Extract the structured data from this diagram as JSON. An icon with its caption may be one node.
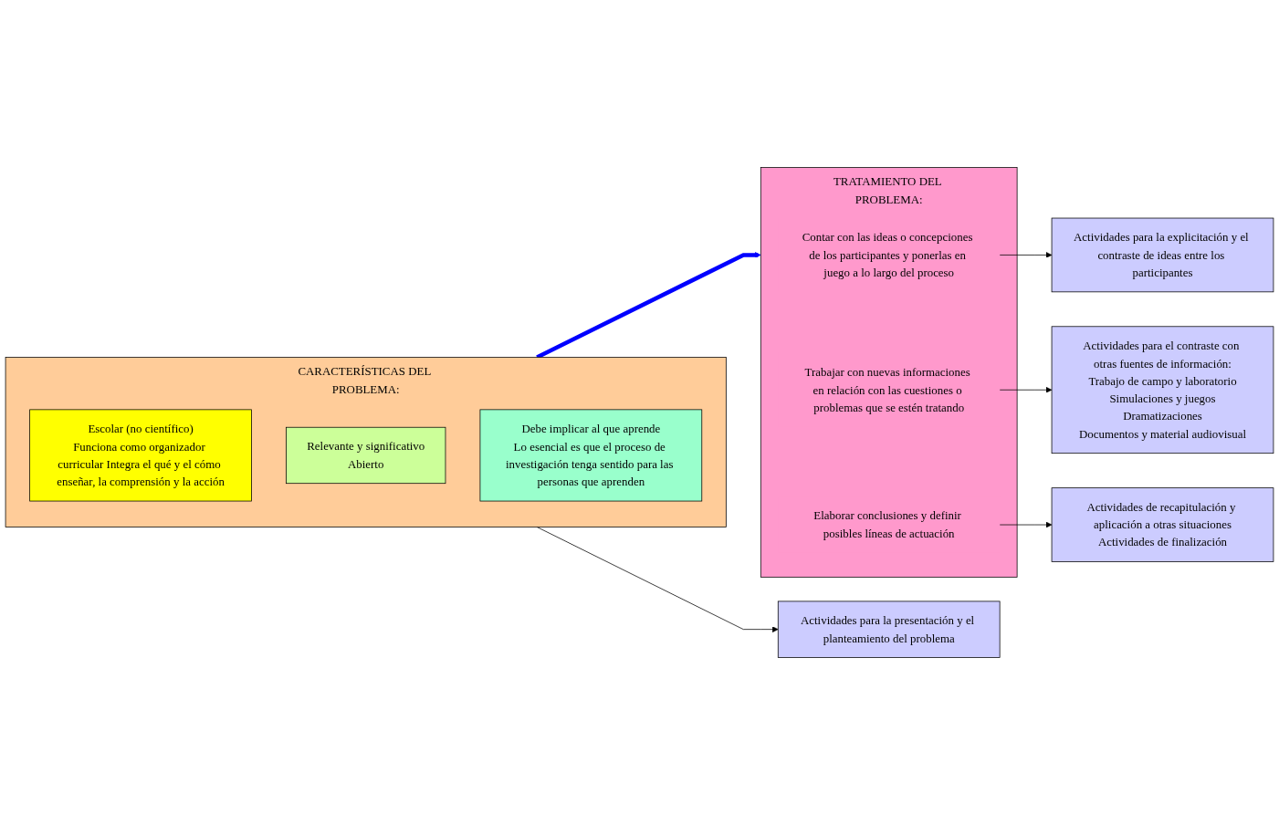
{
  "diagram": {
    "nodes": [
      {
        "text": [
          "CARACTERÍSTICAS DEL PROBLEMA:"
        ]
      },
      {
        "text": [
          "Escolar (no científico)",
          "Funciona como organizador curricular Integra el qué y el cómo enseñar, la comprensión y la acción"
        ],
        "in": 0
      },
      {
        "text": [
          "Relevante y significativo",
          "Abierto"
        ],
        "in": 0
      },
      {
        "text": [
          "Debe implicar al que aprende",
          "Lo esencial es que el proceso de investigación tenga sentido para las personas que aprenden"
        ],
        "in": 0
      },
      {
        "text": [
          "TRATAMIENTO DEL PROBLEMA:"
        ]
      },
      {
        "text": [
          "Contar con las ideas o concepciones de los participantes y ponerlas en juego a lo largo del proceso"
        ],
        "in": 4
      },
      {
        "text": [
          "Trabajar con nuevas informaciones en relación con las cuestiones o problemas que se estén tratando"
        ],
        "in": 4
      },
      {
        "text": [
          "Elaborar conclusiones y definir posibles líneas de actuación"
        ],
        "in": 4
      },
      {
        "text": [
          "Actividades para la presentación y el planteamiento del problema"
        ]
      },
      {
        "text": [
          "Actividades para la explicitación y el contraste de ideas entre los participantes"
        ]
      },
      {
        "text": [
          "Actividades para el contraste con otras fuentes de información:",
          "Trabajo de campo y laboratorio",
          "Simulaciones y juegos",
          "Dramatizaciones",
          "Documentos y material audiovisual"
        ]
      },
      {
        "text": [
          "Actividades de recapitulación y aplicación a otras situaciones",
          "Actividades de finalización"
        ]
      }
    ],
    "edges": [
      {
        "from": 0,
        "to": 8,
        "arrow": "to"
      },
      {
        "from": 0,
        "to": 4,
        "arrow": "to",
        "style": "thick",
        "color": "#0000ff"
      },
      {
        "from": 5,
        "to": 9,
        "arrow": "to"
      },
      {
        "from": 6,
        "to": 10,
        "arrow": "to"
      },
      {
        "from": 7,
        "to": 11,
        "arrow": "to"
      }
    ]
  }
}
